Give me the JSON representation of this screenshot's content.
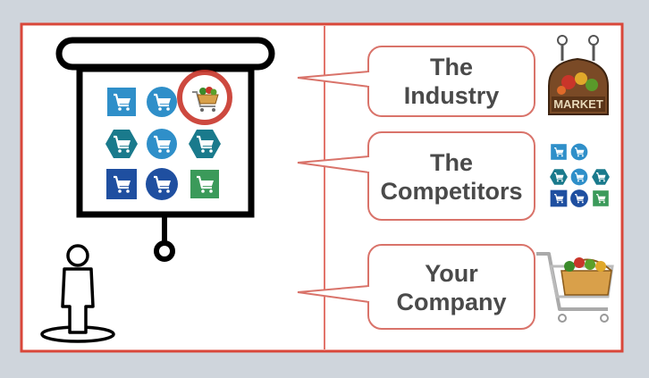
{
  "callouts": [
    {
      "line1": "The",
      "line2": "Industry"
    },
    {
      "line1": "The",
      "line2": "Competitors"
    },
    {
      "line1": "Your",
      "line2": "Company"
    }
  ],
  "market_sign": {
    "label": "MARKET"
  },
  "colors": {
    "background": "#cfd5dc",
    "frame_red": "#d9473a",
    "callout_border": "#d9736a",
    "text": "#4a4a4a",
    "icon_light_blue": "#2f8fc9",
    "icon_dark_blue": "#1f4fa0",
    "icon_teal": "#1a7a8c",
    "icon_green": "#3b9a5a",
    "highlight_circle": "#c8352a"
  },
  "icons": [
    "presentation-screen-icon",
    "person-icon",
    "shopping-cart-icon",
    "market-sign-icon",
    "grocery-basket-cart-icon"
  ]
}
